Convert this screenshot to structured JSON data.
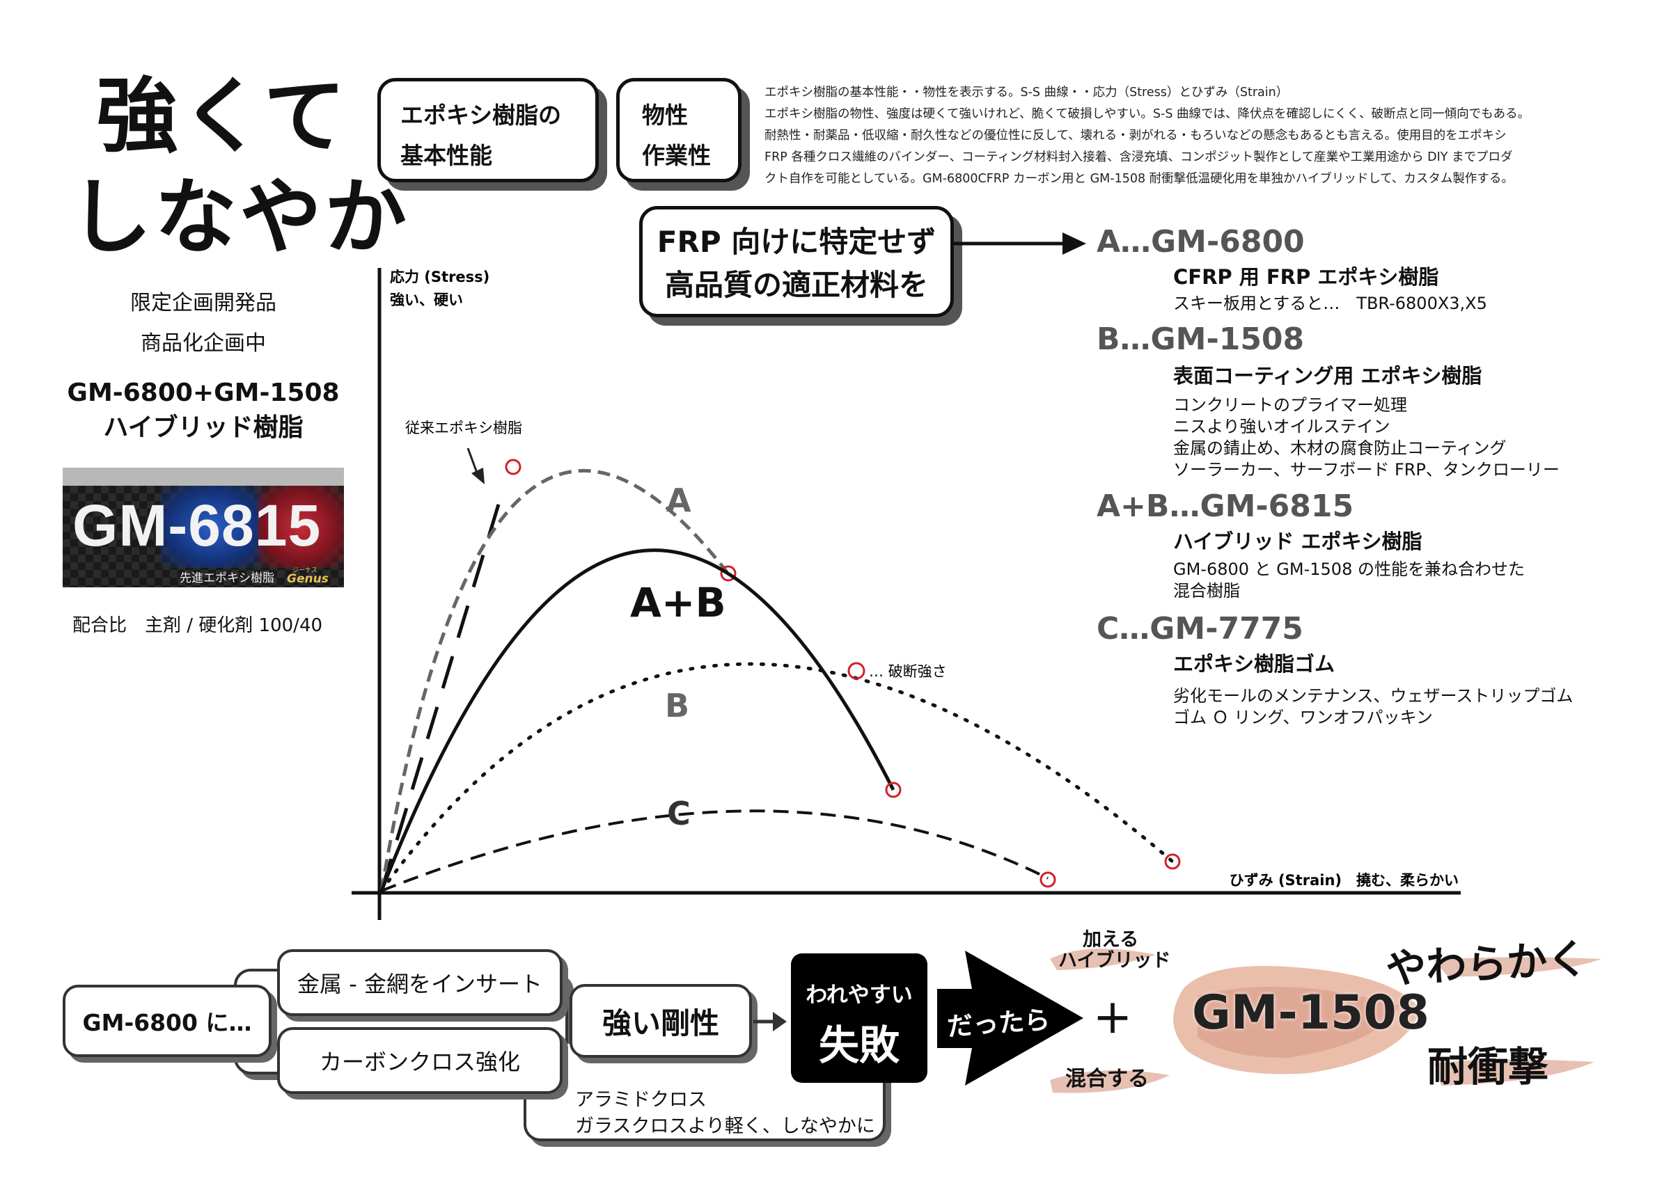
{
  "left": {
    "title_line1": "強くて",
    "title_line2": "しなやか",
    "sub1": "限定企画開発品",
    "sub2": "商品化企画中",
    "product_line1": "GM-6800+GM-1508",
    "product_line2": "ハイブリッド樹脂",
    "logo": {
      "text_white": "GM-",
      "digit_6": "6",
      "digit_8": "8",
      "digit_1": "1",
      "digit_5": "5",
      "caption": "先進エポキシ樹脂",
      "brand": "Genus",
      "brand_ruby": "ジーナス"
    },
    "ratio": "配合比　主剤 / 硬化剤 100/40"
  },
  "boxes": {
    "basic_line1": "エポキシ樹脂の",
    "basic_line2": "基本性能",
    "prop_line1": "物性",
    "prop_line2": "作業性",
    "frp_line1": "FRP 向けに特定せず",
    "frp_line2": "高品質の適正材料を"
  },
  "description": [
    "エポキシ樹脂の基本性能・・物性を表示する。S-S 曲線・・応力（Stress）とひずみ（Strain）",
    "エポキシ樹脂の物性、強度は硬くて強いけれど、脆くて破損しやすい。S-S 曲線では、降伏点を確認しにくく、破断点と同一傾向でもある。",
    "耐熱性・耐薬品・低収縮・耐久性などの優位性に反して、壊れる・剥がれる・もろいなどの懸念もあるとも言える。使用目的をエポキシ",
    "FRP 各種クロス繊維のバインダー、コーティング材料封入接着、含浸充填、コンポジット製作として産業や工業用途から DIY までプロダ",
    "クト自作を可能としている。GM-6800CFRP カーボン用と GM-1508 耐衝撃低温硬化用を単独かハイブリッドして、カスタム製作する。"
  ],
  "categories": [
    {
      "head": "A…GM-6800",
      "sub": "CFRP 用 FRP エポキシ樹脂",
      "lines": [
        "スキー板用とすると…　TBR-6800X3,X5"
      ]
    },
    {
      "head": "B…GM-1508",
      "sub": "表面コーティング用 エポキシ樹脂",
      "lines": [
        "コンクリートのプライマー処理",
        "ニスより強いオイルステイン",
        "金属の錆止め、木材の腐食防止コーティング",
        "ソーラーカー、サーフボード FRP、タンクローリー"
      ]
    },
    {
      "head": "A+B…GM-6815",
      "sub": "ハイブリッド エポキシ樹脂",
      "lines": [
        "GM-6800 と GM-1508 の性能を兼ね合わせた",
        "混合樹脂"
      ]
    },
    {
      "head": "C…GM-7775",
      "sub": "エポキシ樹脂ゴム",
      "lines": [
        "劣化モールのメンテナンス、ウェザーストリップゴム",
        "ゴム Ｏ リング、ワンオフパッキン"
      ]
    }
  ],
  "chart": {
    "ylabel_line1": "応力 (Stress)",
    "ylabel_line2": "強い、硬い",
    "xlabel": "ひずみ (Strain)　撓む、柔らかい",
    "conventional": "従来エポキシ樹脂",
    "legend": "… 破断強さ",
    "label_A": "A",
    "label_AB": "A+B",
    "label_B": "B",
    "label_C": "C",
    "break_color": "#d0202a"
  },
  "flow": {
    "start": "GM-6800 に…",
    "opt1": "金属 - 金網をインサート",
    "opt2": "カーボンクロス強化",
    "result": "強い剛性",
    "fail_line1": "われやすい",
    "fail_line2": "失敗",
    "then": "だったら",
    "note_line1": "アラミドクロス",
    "note_line2": "ガラスクロスより軽く、しなやかに",
    "add_line1": "加える",
    "add_line2": "ハイブリッド",
    "plus": "＋",
    "mix": "混合する",
    "product": "GM-1508",
    "soft": "やわらかく",
    "impact": "耐衝撃"
  }
}
